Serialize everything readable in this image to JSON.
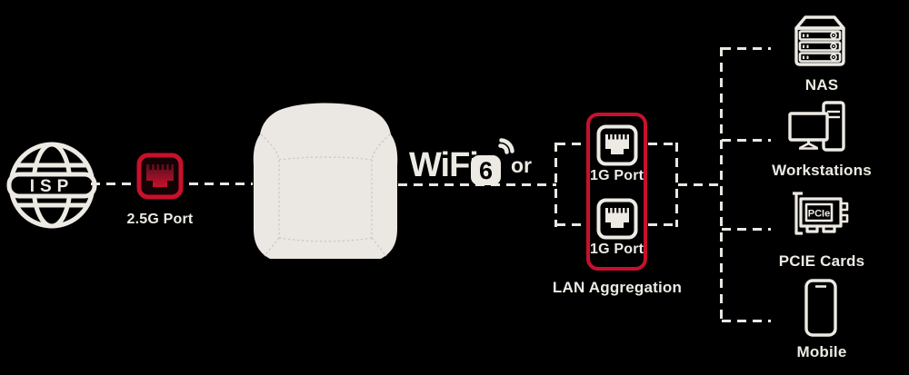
{
  "colors": {
    "background": "#000000",
    "foreground": "#EDEAE4",
    "accent_red": "#C8102E",
    "accent_red_dark": "#52101B"
  },
  "isp": {
    "label": "ISP",
    "icon": "globe-icon"
  },
  "wan_port": {
    "label": "2.5G Port",
    "icon": "ethernet-port-red-icon"
  },
  "router": {
    "icon": "router-device"
  },
  "wifi": {
    "brand": "WiFi",
    "generation": "6",
    "or_label": "or",
    "icon": "wifi-signal-icon"
  },
  "lan_aggregation": {
    "caption": "LAN Aggregation",
    "ports": [
      {
        "label": "1G Port"
      },
      {
        "label": "1G Port"
      }
    ]
  },
  "devices": [
    {
      "label": "NAS",
      "icon": "nas-server-icon"
    },
    {
      "label": "Workstations",
      "icon": "workstation-icon"
    },
    {
      "label": "PCIE Cards",
      "icon": "pcie-card-icon",
      "card_text": "PCIe"
    },
    {
      "label": "Mobile",
      "icon": "mobile-phone-icon"
    }
  ]
}
